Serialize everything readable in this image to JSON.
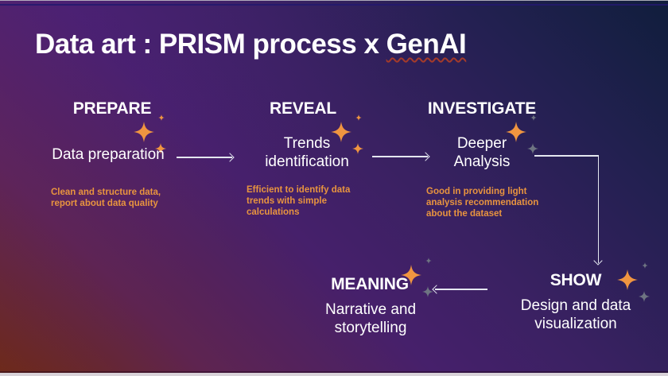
{
  "title": {
    "prefix": "Data art : PRISM process x ",
    "genai": "GenAI"
  },
  "steps": [
    {
      "label": "PREPARE",
      "subtitle": "Data preparation",
      "note": "Clean and structure data,\nreport about data quality",
      "icon": "sparkle-icon"
    },
    {
      "label": "REVEAL",
      "subtitle": "Trends\nidentification",
      "note": "Efficient to identify data\ntrends with simple\ncalculations",
      "icon": "sparkle-icon"
    },
    {
      "label": "INVESTIGATE",
      "subtitle": "Deeper\nAnalysis",
      "note": "Good in providing light\nanalysis recommendation\nabout the dataset",
      "icon": "sparkle-icon"
    },
    {
      "label": "SHOW",
      "subtitle": "Design and data\nvisualization",
      "note": "",
      "icon": "sparkle-icon"
    },
    {
      "label": "MEANING",
      "subtitle": "Narrative and\nstorytelling",
      "note": "",
      "icon": "sparkle-icon"
    }
  ],
  "connections": [
    {
      "from": "PREPARE",
      "to": "REVEAL",
      "direction": "right"
    },
    {
      "from": "REVEAL",
      "to": "INVESTIGATE",
      "direction": "right"
    },
    {
      "from": "INVESTIGATE",
      "to": "SHOW",
      "direction": "right-then-down"
    },
    {
      "from": "SHOW",
      "to": "MEANING",
      "direction": "left"
    }
  ],
  "colors": {
    "accent_orange": "#F09540",
    "note_orange": "#E8943F",
    "star_gray": "#6E7482",
    "arrow": "#E4E7F0",
    "text": "#FFFFFF",
    "spellcheck_underline": "#A43A2A",
    "background_top_right": "#101E3C",
    "background_mid_purple": "#46206B",
    "background_bottom_left": "#6F2A12"
  }
}
